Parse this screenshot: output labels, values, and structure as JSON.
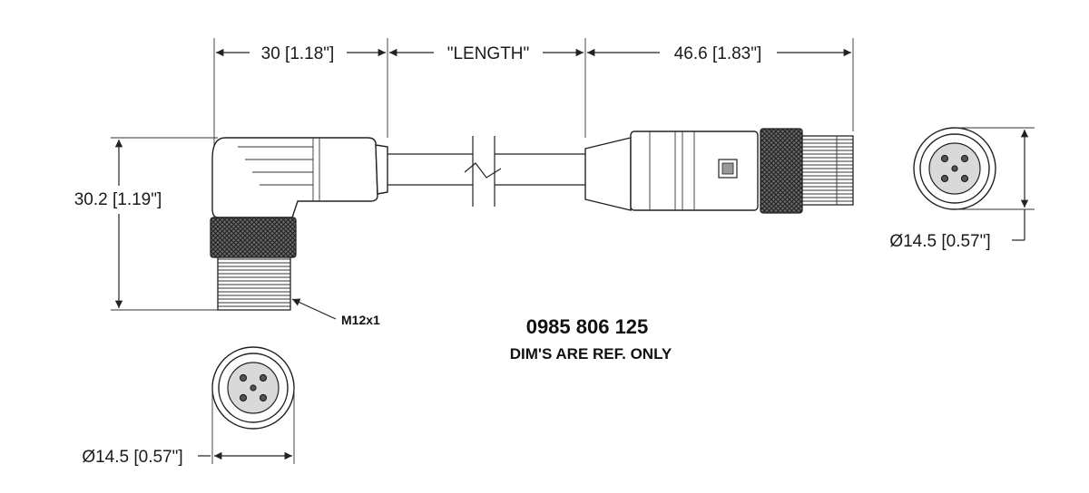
{
  "dimensions": {
    "left_length": "30 [1.18\"]",
    "cable_length": "\"LENGTH\"",
    "right_length": "46.6 [1.83\"]",
    "height": "30.2 [1.19\"]",
    "right_face_diameter": "Ø14.5 [0.57\"]",
    "bottom_face_diameter": "Ø14.5 [0.57\"]"
  },
  "thread_label": "M12x1",
  "part_number": "0985 806 125",
  "note": "DIM'S ARE REF. ONLY",
  "colors": {
    "line": "#222222",
    "knurl": "#555555",
    "background": "#ffffff"
  }
}
